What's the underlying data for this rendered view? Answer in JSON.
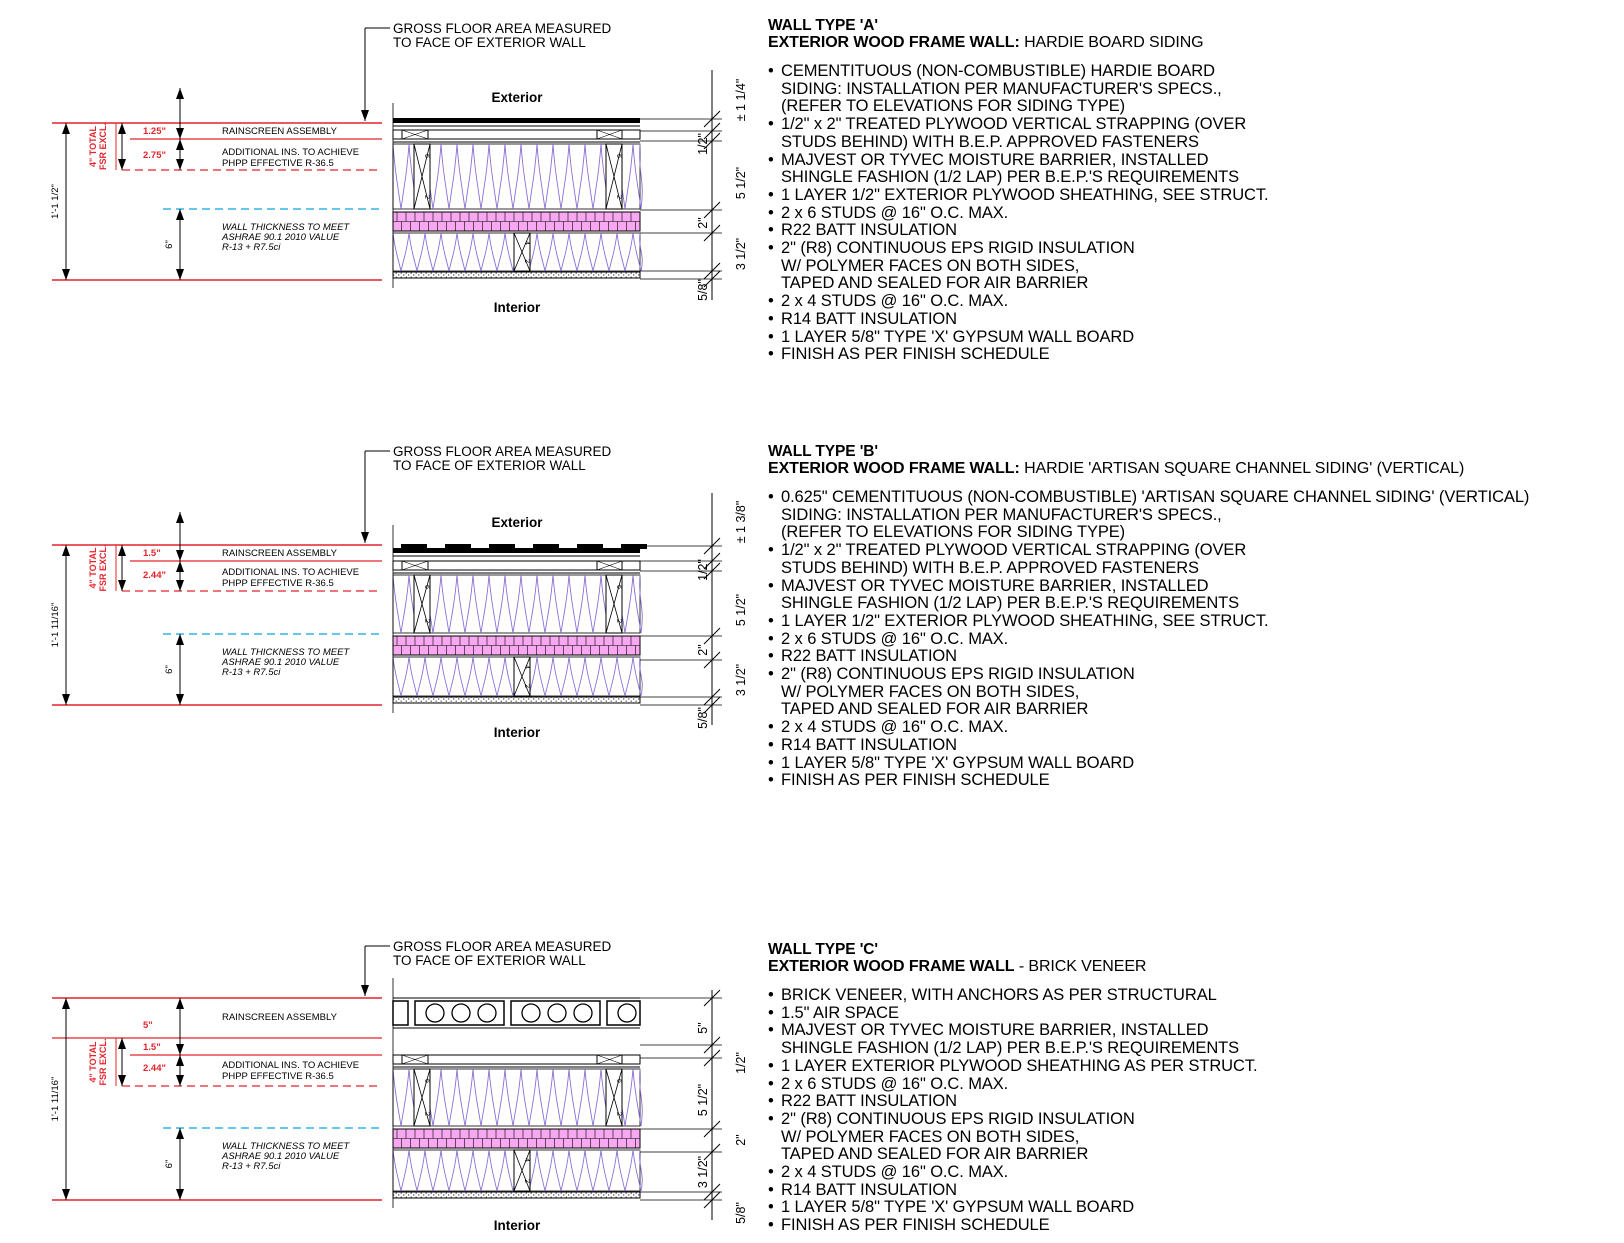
{
  "labels": {
    "gross_floor": "GROSS FLOOR AREA MEASURED",
    "gross_floor_2": "TO FACE OF EXTERIOR WALL",
    "exterior": "Exterior",
    "interior": "Interior",
    "rainscreen": "RAINSCREEN ASSEMBLY",
    "add_ins_1": "ADDITIONAL INS. TO ACHIEVE",
    "add_ins_2": "PHPP EFFECTIVE R-36.5",
    "wall_thk_1": "WALL THICKNESS TO MEET",
    "wall_thk_2": "ASHRAE 90.1 2010 VALUE",
    "wall_thk_3": "R-13 + R7.5ci",
    "fsr_1": "4\" TOTAL",
    "fsr_2": "FSR EXCL.",
    "dim_6": "6\"",
    "dim_2": "2\"",
    "dim_half": "1/2\"",
    "dim_5half": "5 1/2\"",
    "dim_3half": "3 1/2\"",
    "dim_58": "5/8\"",
    "dim_5": "5\"",
    "stud_6": "6",
    "stud_2": "2",
    "stud_4": "4"
  },
  "sections": [
    {
      "id": "A",
      "overall": "1'-1 1/2\"",
      "rain_dim": "1.25\"",
      "add_dim": "2.75\"",
      "siding_dim": "± 1 1/4\"",
      "title": "WALL TYPE 'A'",
      "subtitle_bold": "EXTERIOR WOOD FRAME WALL:",
      "subtitle_rest": " HARDIE BOARD SIDING",
      "items": [
        "CEMENTITUOUS (NON-COMBUSTIBLE) HARDIE BOARD\nSIDING: INSTALLATION PER MANUFACTURER'S SPECS.,\n(REFER TO ELEVATIONS FOR SIDING TYPE)",
        "1/2\" x 2\" TREATED PLYWOOD VERTICAL STRAPPING (OVER\nSTUDS BEHIND) WITH B.E.P. APPROVED FASTENERS",
        "MAJVEST OR TYVEC MOISTURE BARRIER, INSTALLED\nSHINGLE FASHION (1/2 LAP) PER B.E.P.'S REQUIREMENTS",
        "1 LAYER 1/2\" EXTERIOR PLYWOOD SHEATHING, SEE STRUCT.",
        "2 x 6 STUDS @ 16\" O.C. MAX.",
        "R22 BATT INSULATION",
        "2\" (R8) CONTINUOUS EPS RIGID INSULATION\nW/ POLYMER FACES ON BOTH SIDES,\nTAPED AND SEALED FOR AIR BARRIER",
        "2 x 4 STUDS @ 16\" O.C. MAX.",
        "R14 BATT INSULATION",
        "1 LAYER 5/8\" TYPE 'X' GYPSUM WALL BOARD",
        "FINISH AS PER FINISH SCHEDULE"
      ]
    },
    {
      "id": "B",
      "overall": "1'-1 11/16\"",
      "rain_dim": "1.5\"",
      "add_dim": "2.44\"",
      "siding_dim": "± 1 3/8\"",
      "title": "WALL TYPE 'B'",
      "subtitle_bold": "EXTERIOR WOOD FRAME WALL:",
      "subtitle_rest": " HARDIE 'ARTISAN SQUARE CHANNEL SIDING' (VERTICAL)",
      "items": [
        "0.625\" CEMENTITUOUS (NON-COMBUSTIBLE) 'ARTISAN SQUARE CHANNEL SIDING' (VERTICAL)\nSIDING: INSTALLATION PER MANUFACTURER'S SPECS.,\n(REFER TO ELEVATIONS FOR SIDING TYPE)",
        "1/2\" x 2\" TREATED PLYWOOD VERTICAL STRAPPING (OVER\nSTUDS BEHIND) WITH B.E.P. APPROVED FASTENERS",
        "MAJVEST OR TYVEC MOISTURE BARRIER, INSTALLED\nSHINGLE FASHION (1/2 LAP) PER B.E.P.'S REQUIREMENTS",
        "1 LAYER 1/2\" EXTERIOR PLYWOOD SHEATHING, SEE STRUCT.",
        "2 x 6 STUDS @ 16\" O.C. MAX.",
        "R22 BATT INSULATION",
        "2\" (R8) CONTINUOUS EPS RIGID INSULATION\nW/ POLYMER FACES ON BOTH SIDES,\nTAPED AND SEALED FOR AIR BARRIER",
        "2 x 4 STUDS @ 16\" O.C. MAX.",
        "R14 BATT INSULATION",
        "1 LAYER 5/8\" TYPE 'X' GYPSUM WALL BOARD",
        "FINISH AS PER FINISH SCHEDULE"
      ]
    },
    {
      "id": "C",
      "overall": "1'-1 11/16\"",
      "rain_dim": "1.5\"",
      "add_dim": "2.44\"",
      "brick_dim": "5\"",
      "title": "WALL TYPE 'C'",
      "subtitle_bold": "EXTERIOR WOOD FRAME WALL",
      "subtitle_rest": " - BRICK VENEER",
      "items": [
        "BRICK VENEER, WITH ANCHORS AS PER STRUCTURAL",
        "1.5\" AIR SPACE",
        "MAJVEST OR TYVEC MOISTURE BARRIER, INSTALLED\nSHINGLE FASHION (1/2 LAP) PER B.E.P.'S REQUIREMENTS",
        "1 LAYER EXTERIOR PLYWOOD SHEATHING AS PER STRUCT.",
        "2 x 6 STUDS @ 16\" O.C. MAX.",
        "R22 BATT INSULATION",
        "2\" (R8) CONTINUOUS EPS RIGID INSULATION\nW/ POLYMER FACES ON BOTH SIDES,\nTAPED AND SEALED FOR AIR BARRIER",
        "2 x 4 STUDS @ 16\" O.C. MAX.",
        "R14 BATT INSULATION",
        "1 LAYER 5/8\" TYPE 'X' GYPSUM WALL BOARD",
        "FINISH AS PER FINISH SCHEDULE"
      ]
    }
  ],
  "colors": {
    "red": "#e3242b",
    "cyan": "#35b4e6",
    "eps": "#f7a8f0",
    "batt": "#8a6fd6"
  }
}
